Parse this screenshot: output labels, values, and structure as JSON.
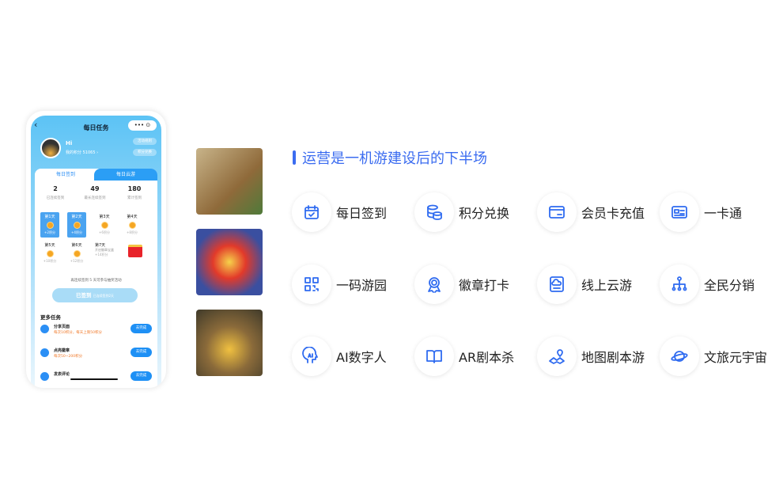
{
  "phone": {
    "title": "每日任务",
    "back": "‹",
    "capsule": "••• ⊙",
    "greeting": "Hi",
    "points": "我的积分 51065 ›",
    "pill_rules": "活动规则",
    "pill_exchange": "积分兑换",
    "tabs": [
      "每日签到",
      "每日云游"
    ],
    "stats": [
      {
        "value": "2",
        "label": "已连续签到"
      },
      {
        "value": "49",
        "label": "最长连续签到"
      },
      {
        "value": "180",
        "label": "累计签到"
      }
    ],
    "days": [
      {
        "label": "第1天",
        "reward": "+2积分"
      },
      {
        "label": "第2天",
        "reward": "+4积分"
      },
      {
        "label": "第3天",
        "reward": "+6积分"
      },
      {
        "label": "第4天",
        "reward": "+8积分"
      },
      {
        "label": "第5天",
        "reward": "+10积分"
      },
      {
        "label": "第6天",
        "reward": "+12积分"
      }
    ],
    "day7": {
      "label": "第7天",
      "desc": "开启徽章宝盒",
      "reward": "+14积分"
    },
    "hint": "再连续签到 5 天可参与抽奖活动",
    "signed": "已签到",
    "signed_sub": "已连续签到2天",
    "more_title": "更多任务",
    "tasks": [
      {
        "name": "分享页面",
        "desc": "每次10积分，每天上限50积分",
        "button": "去完成"
      },
      {
        "name": "点亮徽章",
        "desc": "每次50~200积分",
        "button": "去完成"
      },
      {
        "name": "发表评论",
        "desc": "",
        "button": "去完成"
      }
    ]
  },
  "heading": "运营是一机游建设后的下半场",
  "features": [
    {
      "label": "每日签到",
      "icon": "calendar-check-icon"
    },
    {
      "label": "积分兑换",
      "icon": "coins-icon"
    },
    {
      "label": "会员卡充值",
      "icon": "vip-card-icon"
    },
    {
      "label": "一卡通",
      "icon": "id-card-icon"
    },
    {
      "label": "一码游园",
      "icon": "qr-code-icon"
    },
    {
      "label": "徽章打卡",
      "icon": "badge-icon"
    },
    {
      "label": "线上云游",
      "icon": "cloud-screen-icon"
    },
    {
      "label": "全民分销",
      "icon": "network-icon"
    },
    {
      "label": "AI数字人",
      "icon": "ai-head-icon"
    },
    {
      "label": "AR剧本杀",
      "icon": "book-icon"
    },
    {
      "label": "地图剧本游",
      "icon": "map-pin-icon"
    },
    {
      "label": "文旅元宇宙",
      "icon": "planet-icon"
    }
  ],
  "colors": {
    "accent": "#2f6bf0"
  }
}
